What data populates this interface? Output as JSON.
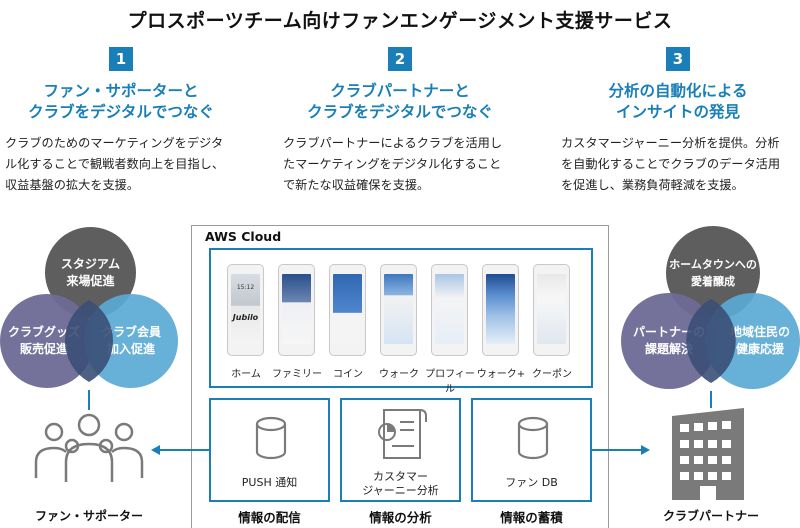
{
  "title": "プロスポーツチーム向けファンエンゲージメント支援サービス",
  "columns": [
    {
      "num": "1",
      "head1": "ファン・サポーターと",
      "head2": "クラブをデジタルでつなぐ",
      "body": [
        "クラブのためのマーケティングをデジタ",
        "ル化することで観戦者数向上を目指し、",
        "収益基盤の拡大を支援。"
      ]
    },
    {
      "num": "2",
      "head1": "クラブパートナーと",
      "head2": "クラブをデジタルでつなぐ",
      "body": [
        "クラブパートナーによるクラブを活用し",
        "たマーケティングをデジタル化すること",
        "で新たな収益確保を支援。"
      ]
    },
    {
      "num": "3",
      "head1": "分析の自動化による",
      "head2": "インサイトの発見",
      "body": [
        "カスタマージャーニー分析を提供。分析",
        "を自動化することでクラブのデータ活用",
        "を促進し、業務負荷軽減を支援。"
      ]
    }
  ],
  "aws_label": "AWS Cloud",
  "app_screens": [
    "ホーム",
    "ファミリー",
    "コイン",
    "ウォーク",
    "プロフィール",
    "ウォーク+",
    "クーポン"
  ],
  "services": [
    {
      "caption1": "PUSH 通知",
      "caption2": "",
      "title": "情報の配信"
    },
    {
      "caption1": "カスタマー",
      "caption2": "ジャーニー分析",
      "title": "情報の分析"
    },
    {
      "caption1": "ファン DB",
      "caption2": "",
      "title": "情報の蓄積"
    }
  ],
  "left_venn": {
    "top1": "スタジアム",
    "top2": "来場促進",
    "left1": "クラブグッズ",
    "left2": "販売促進",
    "right1": "クラブ会員",
    "right2": "加入促進",
    "caption": "ファン・サポーター"
  },
  "right_venn": {
    "top1": "ホームタウンへの",
    "top2": "愛着醸成",
    "left1": "パートナーの",
    "left2": "課題解決",
    "right1": "地域住民の",
    "right2": "健康応援",
    "caption": "クラブパートナー"
  },
  "phone_screen_text": {
    "time": "15:12",
    "logo": "Jubilo"
  },
  "colors": {
    "accent": "#1a7fb8",
    "gray_circle": "#5e5e5e",
    "purple_circle": "#6d6a95",
    "blue_circle": "#5aa9d4",
    "icon_gray": "#7a7a7a"
  }
}
